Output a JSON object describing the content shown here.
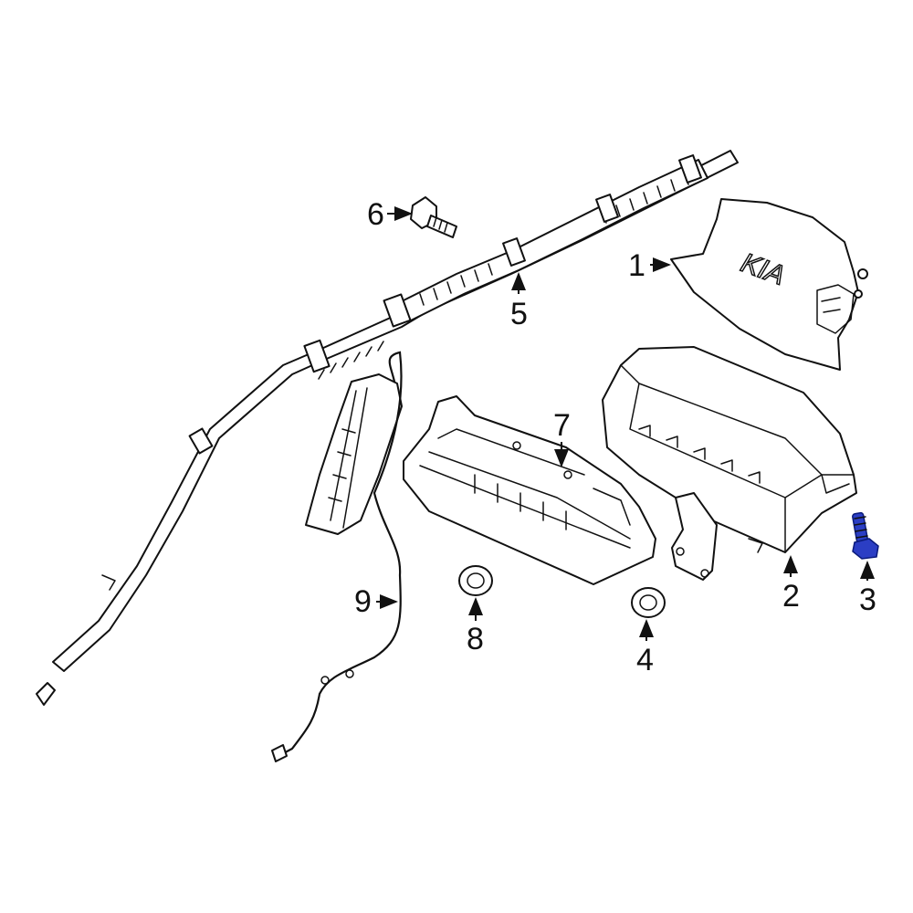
{
  "callouts": [
    {
      "id": "1",
      "label": "1"
    },
    {
      "id": "2",
      "label": "2"
    },
    {
      "id": "3",
      "label": "3"
    },
    {
      "id": "4",
      "label": "4"
    },
    {
      "id": "5",
      "label": "5"
    },
    {
      "id": "6",
      "label": "6"
    },
    {
      "id": "7",
      "label": "7"
    },
    {
      "id": "8",
      "label": "8"
    },
    {
      "id": "9",
      "label": "9"
    }
  ],
  "colors": {
    "line": "#111111",
    "highlight": "#2b3ec4",
    "background": "#ffffff"
  },
  "logo": "KIA"
}
